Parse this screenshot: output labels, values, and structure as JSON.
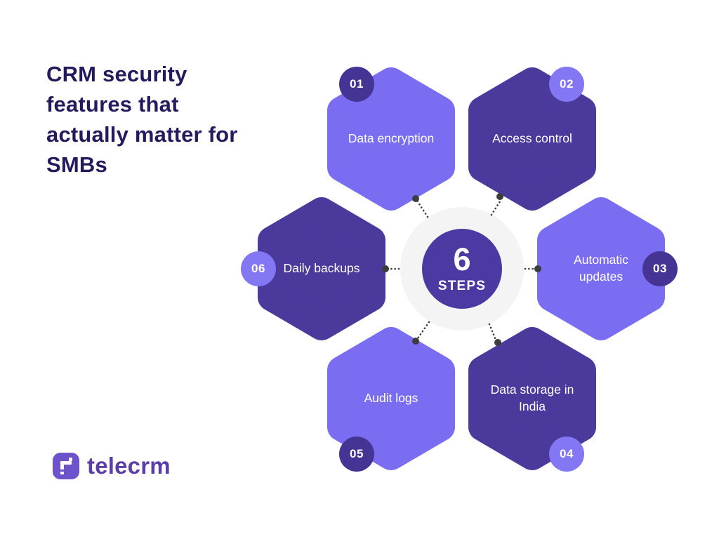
{
  "title": {
    "full": "CRM security features that actually matter for SMBs",
    "lines": [
      "CRM security",
      "features that",
      "actually matter for",
      "SMBs"
    ]
  },
  "center": {
    "number": "6",
    "label": "STEPS"
  },
  "steps": [
    {
      "id": "01",
      "label": "Data encryption",
      "tone": "light"
    },
    {
      "id": "02",
      "label": "Access control",
      "tone": "dark"
    },
    {
      "id": "03",
      "label": "Automatic updates",
      "tone": "light"
    },
    {
      "id": "04",
      "label": "Data storage in India",
      "tone": "dark"
    },
    {
      "id": "05",
      "label": "Audit logs",
      "tone": "light"
    },
    {
      "id": "06",
      "label": "Daily backups",
      "tone": "dark"
    }
  ],
  "brand": {
    "name": "telecrm",
    "icon": "telecrm-logo-icon"
  },
  "colors": {
    "hex_light": "#7A6DF2",
    "hex_dark": "#4B399C",
    "badge_dark": "#453494",
    "badge_light": "#8377F3",
    "center_circle": "#4C3AA2",
    "center_ring": "#F4F4F5",
    "title_text": "#221B5E",
    "brand_text": "#5C3EA7",
    "brand_icon": "#6C52CB",
    "connector": "#3D3D3D"
  }
}
